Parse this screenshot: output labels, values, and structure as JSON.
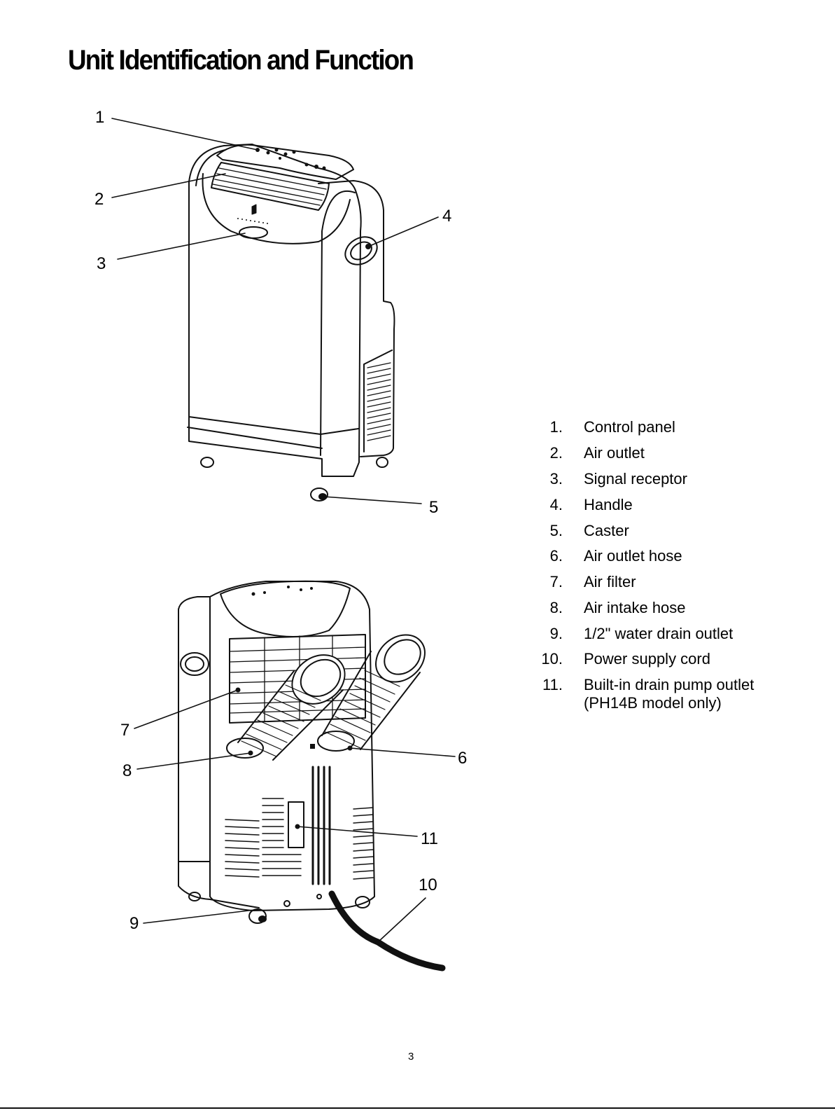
{
  "page": {
    "title": "Unit Identification and Function",
    "page_number": "3"
  },
  "callouts": {
    "front": [
      "1",
      "2",
      "3",
      "4",
      "5"
    ],
    "back": [
      "7",
      "8",
      "6",
      "11",
      "10",
      "9"
    ]
  },
  "legend": [
    {
      "num": "1.",
      "text": "Control panel"
    },
    {
      "num": "2.",
      "text": "Air outlet"
    },
    {
      "num": "3.",
      "text": "Signal receptor"
    },
    {
      "num": "4.",
      "text": "Handle"
    },
    {
      "num": "5.",
      "text": "Caster"
    },
    {
      "num": "6.",
      "text": "Air outlet hose"
    },
    {
      "num": "7.",
      "text": "Air filter"
    },
    {
      "num": "8.",
      "text": "Air intake hose"
    },
    {
      "num": "9.",
      "text": "1/2\" water drain outlet"
    },
    {
      "num": "10.",
      "text": "Power supply cord"
    },
    {
      "num": "11.",
      "text": "Built-in drain pump outlet",
      "sub": "(PH14B model only)"
    }
  ]
}
